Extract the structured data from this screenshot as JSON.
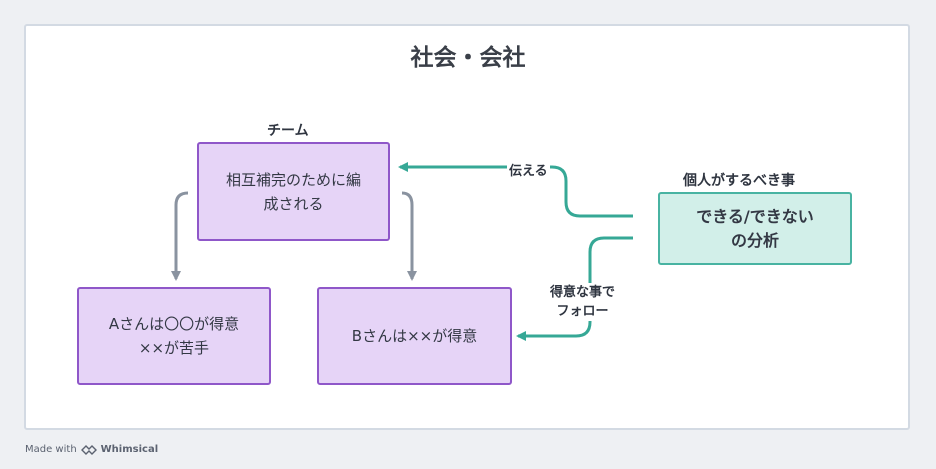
{
  "diagram": {
    "title": "社会・会社",
    "team_label": "チーム",
    "individual_label": "個人がするべき事",
    "nodes": {
      "team_box": "相互補完のために編\n成される",
      "person_a": "Aさんは〇〇が得意\n××が苦手",
      "person_b": "Bさんは××が得意",
      "analysis": "できる/できない\nの分析"
    },
    "edges": {
      "tell": "伝える",
      "follow": "得意な事で\nフォロー"
    },
    "colors": {
      "purple_fill": "#e6d4f7",
      "purple_border": "#8f57c9",
      "teal_fill": "#d2efe9",
      "teal_border": "#48b3a2",
      "teal_arrow": "#36a896",
      "gray_arrow": "#8a93a0"
    }
  },
  "footer": {
    "made_with": "Made with",
    "brand": "Whimsical"
  }
}
